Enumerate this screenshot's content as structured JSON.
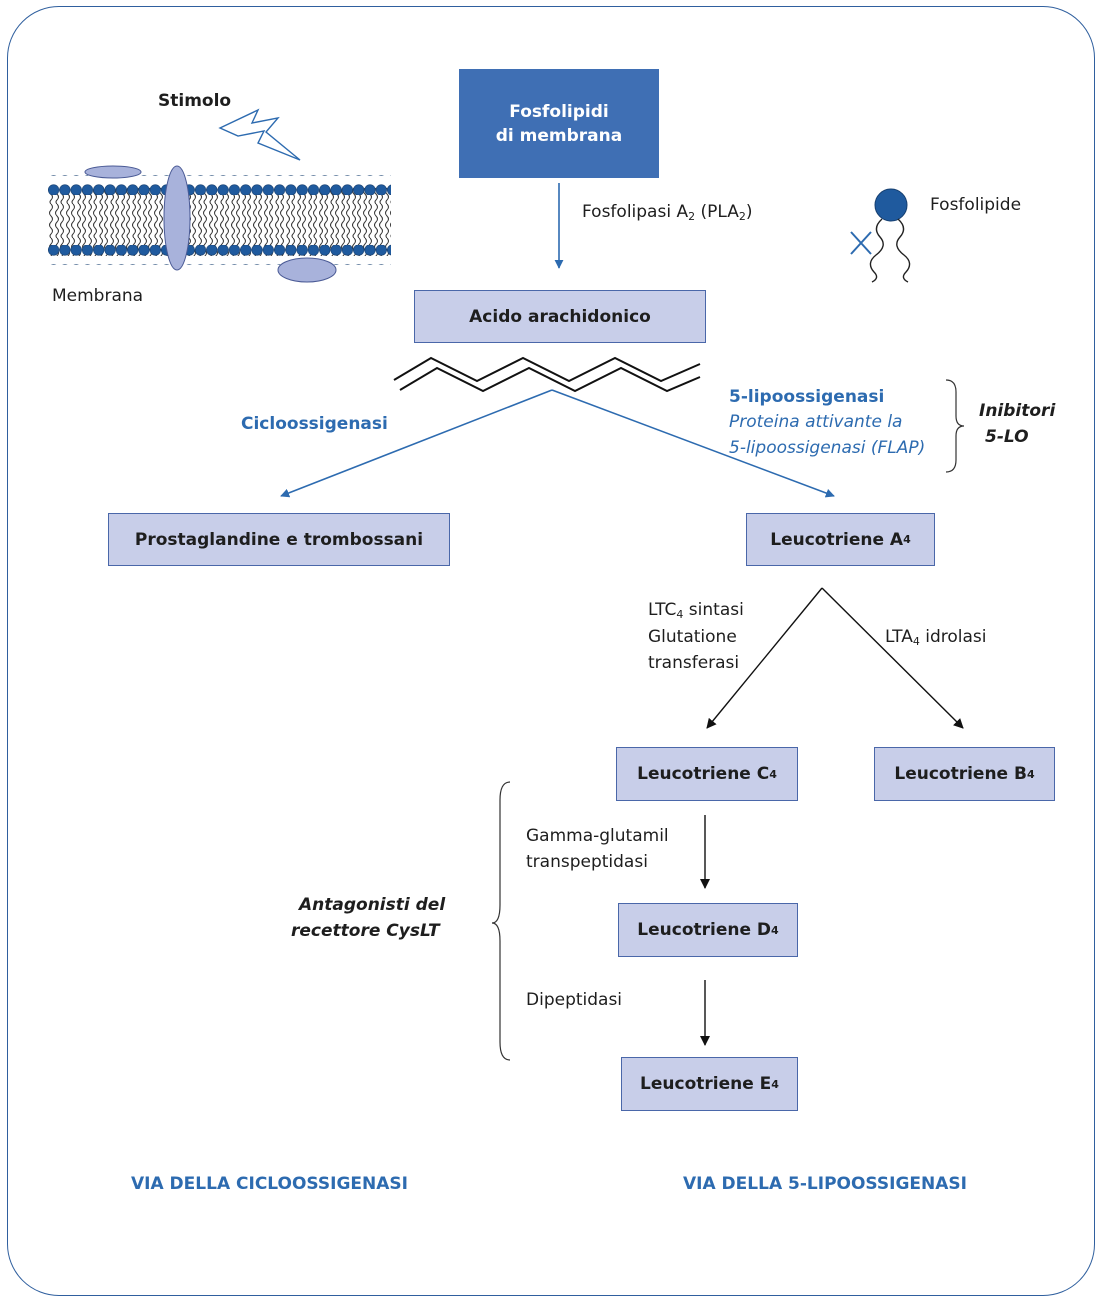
{
  "colors": {
    "frame": "#2f5f9e",
    "box_fill": "#c8cee9",
    "box_border": "#4a67a9",
    "dark_box": "#3f6fb4",
    "accent_text": "#2d6bb0"
  },
  "membrane": {
    "stimulus": "Stimolo",
    "label": "Membrana"
  },
  "phospholipid_icon": {
    "label": "Fosfolipide"
  },
  "nodes": {
    "membrane_phospholipids": {
      "line1": "Fosfolipidi",
      "line2": "di membrana"
    },
    "arachidonic_acid": "Acido arachidonico",
    "prostaglandins": "Prostaglandine e trombossani",
    "lt_a4": {
      "text": "Leucotriene A",
      "sub": "4"
    },
    "lt_c4": {
      "text": "Leucotriene C",
      "sub": "4"
    },
    "lt_b4": {
      "text": "Leucotriene B",
      "sub": "4"
    },
    "lt_d4": {
      "text": "Leucotriene D",
      "sub": "4"
    },
    "lt_e4": {
      "text": "Leucotriene E",
      "sub": "4"
    }
  },
  "enzymes": {
    "pla2": {
      "a": "Fosfolipasi A",
      "a_sub": "2",
      "b": " (PLA",
      "b_sub": "2",
      "c": ")"
    },
    "cox": "Cicloossigenasi",
    "lox": "5-lipoossigenasi",
    "flap_1": "Proteina attivante la",
    "flap_2": "5-lipoossigenasi (FLAP)",
    "ltc4s": {
      "pre": "LTC",
      "sub": "4",
      "post": " sintasi"
    },
    "glut_1": "Glutatione",
    "glut_2": "transferasi",
    "lta4h": {
      "pre": "LTA",
      "sub": "4",
      "post": " idrolasi"
    },
    "ggt_1": "Gamma-glutamil",
    "ggt_2": "transpeptidasi",
    "dipep": "Dipeptidasi"
  },
  "inhibitors": {
    "lo_1": "Inibitori",
    "lo_2": "5-LO",
    "cyslt_1": "Antagonisti del",
    "cyslt_2": "recettore CysLT"
  },
  "pathways": {
    "cox": "VIA DELLA CICLOOSSIGENASI",
    "lox": "VIA DELLA 5-LIPOOSSIGENASI"
  }
}
